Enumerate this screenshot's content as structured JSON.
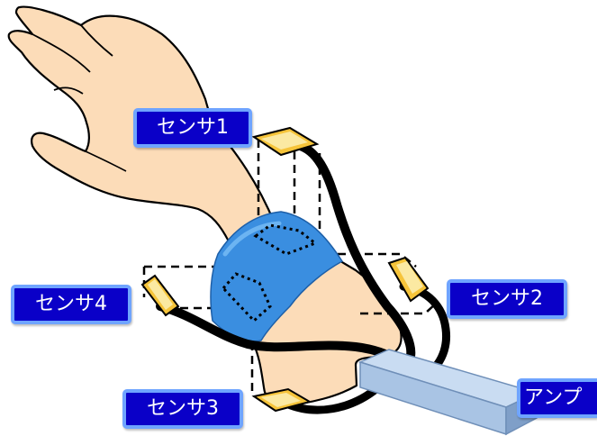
{
  "labels": {
    "sensor1": "センサ1",
    "sensor2": "センサ2",
    "sensor3": "センサ3",
    "sensor4": "センサ4",
    "amp": "アンプ"
  },
  "colors": {
    "skin": "#fcdcb8",
    "band": "#3a8ee0",
    "sensor_pad": "#f6c43a",
    "amp_box": "#a9c4e4",
    "label_bg": "#0a00c8",
    "label_border": "#6fa4ff",
    "cable": "#000000"
  }
}
